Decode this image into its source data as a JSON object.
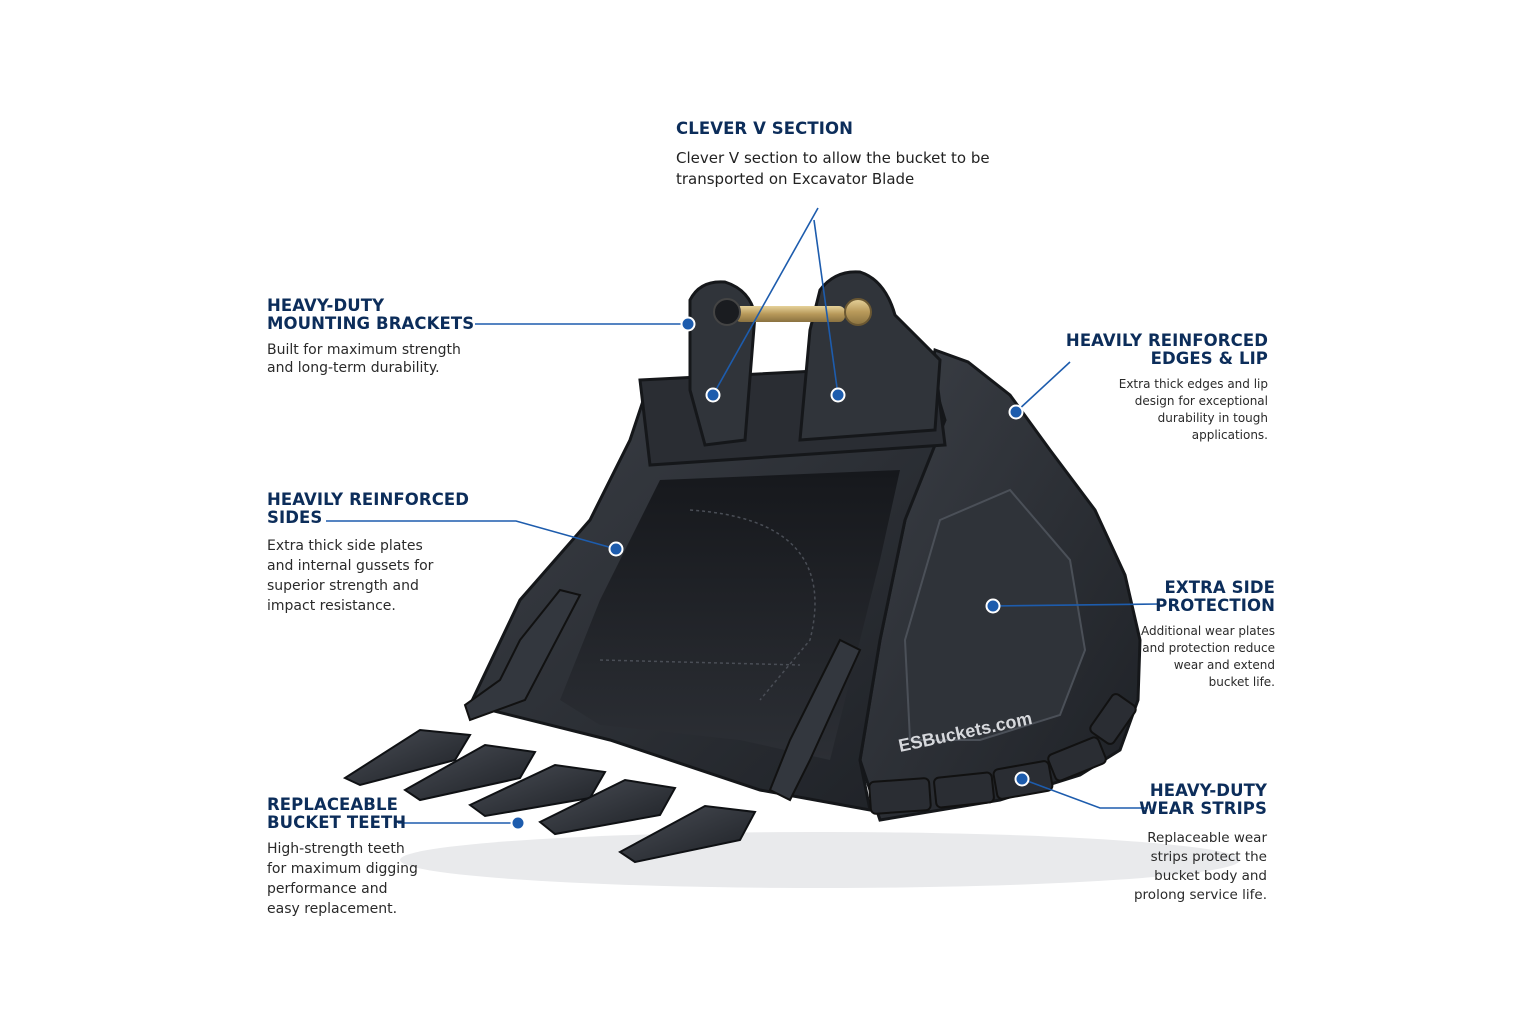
{
  "callouts": {
    "clever_v": {
      "title": [
        "CLEVER V SECTION"
      ],
      "desc": [
        "Clever V section to allow the bucket to be",
        "transported on Excavator Blade"
      ]
    },
    "mounting": {
      "title": [
        "HEAVY-DUTY",
        "MOUNTING BRACKETS"
      ],
      "desc": [
        "Built for maximum strength",
        "and long-term durability."
      ]
    },
    "edges": {
      "title": [
        "HEAVILY REINFORCED",
        "EDGES & LIP"
      ],
      "desc": [
        "Extra thick edges and lip",
        "design for exceptional",
        "durability in tough",
        "applications."
      ]
    },
    "sides": {
      "title": [
        "HEAVILY REINFORCED",
        "SIDES"
      ],
      "desc": [
        "Extra thick side plates",
        "and internal gussets for",
        "superior strength and",
        "impact resistance."
      ]
    },
    "side_protection": {
      "title": [
        "EXTRA SIDE",
        "PROTECTION"
      ],
      "desc": [
        "Additional wear plates",
        "and protection reduce",
        "wear and extend",
        "bucket life."
      ]
    },
    "teeth": {
      "title": [
        "REPLACEABLE",
        "BUCKET TEETH"
      ],
      "desc": [
        "High-strength teeth",
        "for maximum digging",
        "performance and",
        "easy replacement."
      ]
    },
    "wear_strips": {
      "title": [
        "HEAVY-DUTY",
        "WEAR STRIPS"
      ],
      "desc": [
        "Replaceable wear",
        "strips protect the",
        "bucket body and",
        "prolong service life."
      ]
    }
  },
  "brand_mark": "ESBuckets.com",
  "colors": {
    "accent": "#1d5cad",
    "title": "#0c2d5a",
    "steel": "#2a2d33"
  }
}
